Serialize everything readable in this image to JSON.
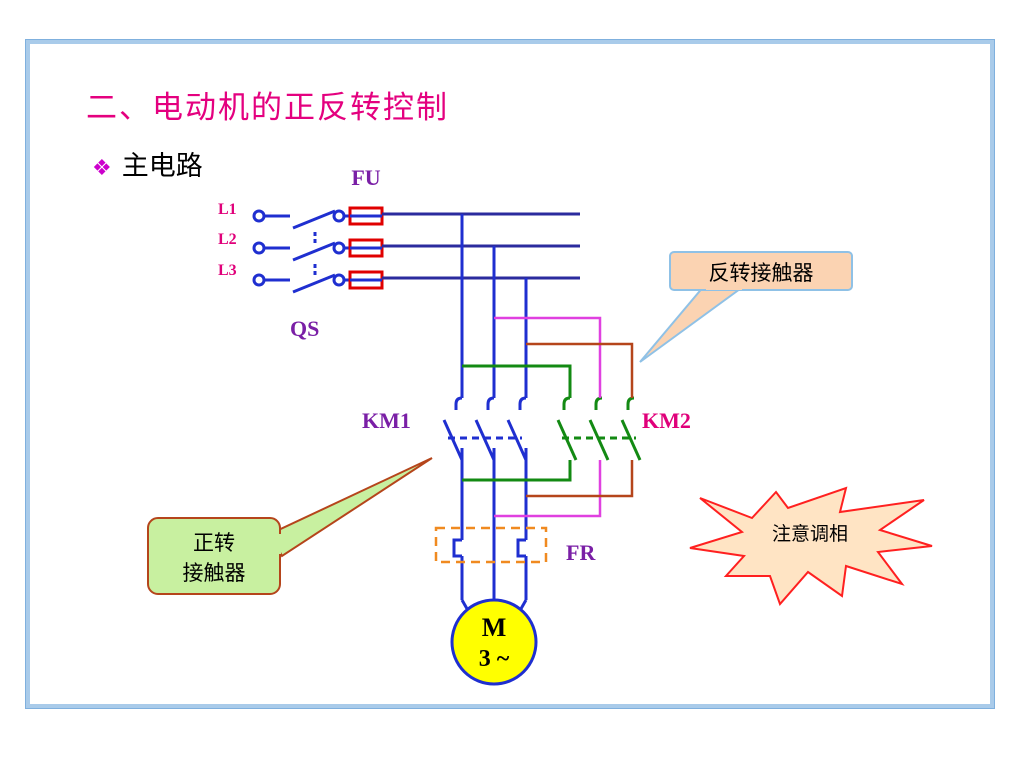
{
  "title": "二、电动机的正反转控制",
  "bullet": {
    "icon": "diamond-flower-icon",
    "label": "主电路"
  },
  "labels": {
    "fu": "FU",
    "l1": "L1",
    "l2": "L2",
    "l3": "L3",
    "qs": "QS",
    "km1": "KM1",
    "km2": "KM2",
    "fr": "FR",
    "motor_line1": "M",
    "motor_line2": "3 ~"
  },
  "callouts": {
    "reverse": "反转接触器",
    "forward_line1": "正转",
    "forward_line2": "接触器",
    "burst": "注意调相"
  },
  "colors": {
    "title": "#e4007f",
    "wire_blue": "#1f2fd0",
    "wire_green": "#138a13",
    "wire_magenta": "#e040e0",
    "wire_brown": "#b5451b",
    "fuse": "#e00000",
    "fr_dash": "#f08a20",
    "motor_fill": "#ffff00"
  }
}
